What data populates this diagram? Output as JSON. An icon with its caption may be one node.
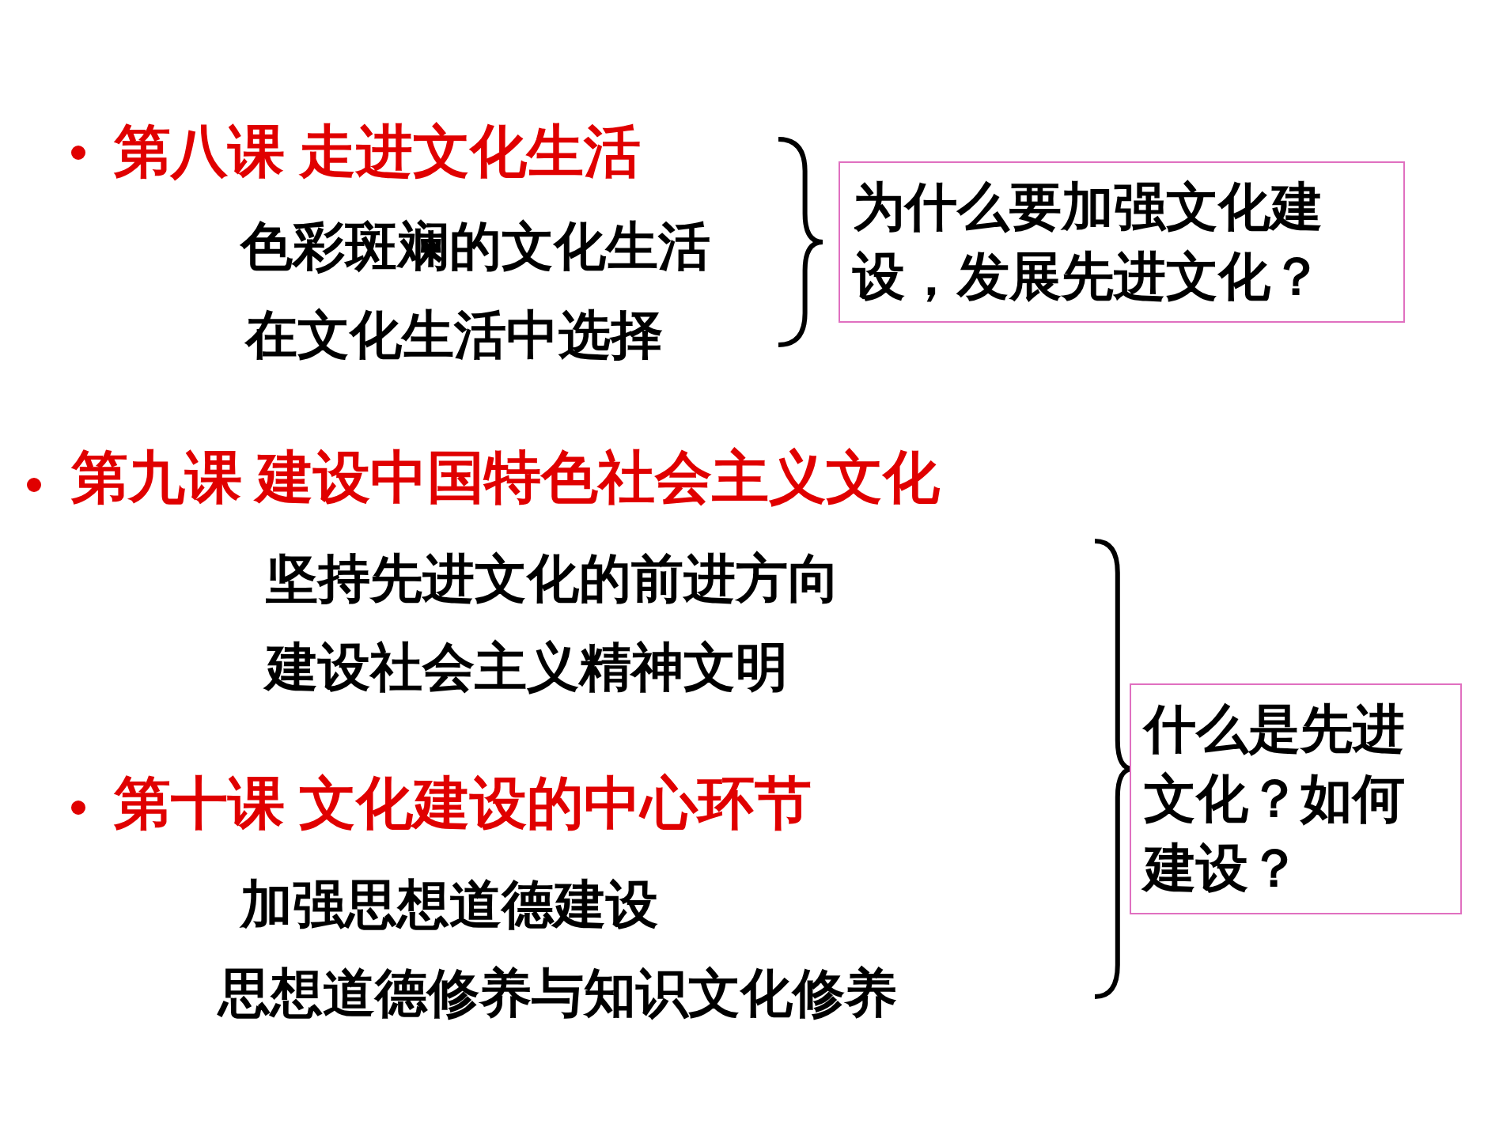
{
  "diagram": {
    "nodes": [
      {
        "text": [
          "为什么要加强文化建设，发展先进文化？"
        ]
      },
      {
        "text": [
          "什么是先进文化？如何建设？"
        ]
      }
    ],
    "labels": [
      "第八课 走进文化生活",
      "色彩斑斓的文化生活",
      "在文化生活中选择",
      "第九课 建设中国特色社会主义文化",
      "坚持先进文化的前进方向",
      "建设社会主义精神文明",
      "第十课 文化建设的中心环节",
      "加强思想道德建设",
      "思想道德修养与知识文化修养"
    ]
  }
}
